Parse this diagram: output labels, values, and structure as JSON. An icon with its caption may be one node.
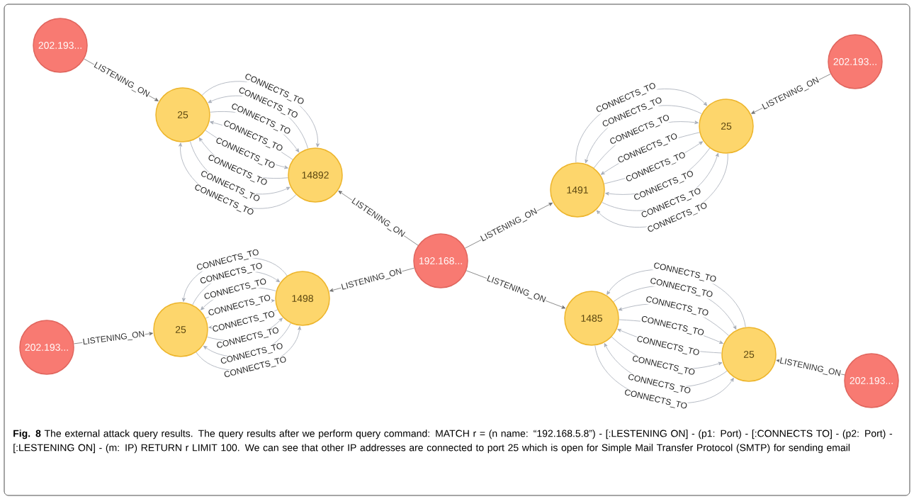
{
  "diagram": {
    "nodes": [
      {
        "text": [
          "202.193..."
        ]
      },
      {
        "text": [
          "25"
        ]
      },
      {
        "text": [
          "14892"
        ]
      },
      {
        "text": [
          "202.193..."
        ]
      },
      {
        "text": [
          "25"
        ]
      },
      {
        "text": [
          "1491"
        ]
      },
      {
        "text": [
          "192.168..."
        ]
      },
      {
        "text": [
          "1498"
        ]
      },
      {
        "text": [
          "1485"
        ]
      },
      {
        "text": [
          "202.193..."
        ]
      },
      {
        "text": [
          "25"
        ]
      },
      {
        "text": [
          "25"
        ]
      },
      {
        "text": [
          "202.193..."
        ]
      }
    ],
    "edges": [
      {
        "from": 0,
        "to": 1,
        "arrow": "to",
        "label": "LISTENING_ON",
        "color": "#6f6f6f"
      },
      {
        "from": 3,
        "to": 4,
        "arrow": "to",
        "label": "LISTENING_ON",
        "color": "#6f6f6f"
      },
      {
        "from": 6,
        "to": 2,
        "arrow": "to",
        "label": "LISTENING_ON",
        "color": "#6f6f6f"
      },
      {
        "from": 6,
        "to": 5,
        "arrow": "to",
        "label": "LISTENING_ON",
        "color": "#6f6f6f"
      },
      {
        "from": 6,
        "to": 7,
        "arrow": "to",
        "label": "LISTENING_ON",
        "color": "#6f6f6f"
      },
      {
        "from": 6,
        "to": 8,
        "arrow": "to",
        "label": "LISTENING_ON",
        "color": "#6f6f6f"
      },
      {
        "from": 9,
        "to": 10,
        "arrow": "to",
        "label": "LISTENING_ON",
        "color": "#6f6f6f"
      },
      {
        "from": 12,
        "to": 11,
        "arrow": "to",
        "label": "LISTENING_ON",
        "color": "#6f6f6f"
      },
      {
        "from": 2,
        "to": 1,
        "arrow": "to",
        "label": "CONNECTS_TO"
      },
      {
        "from": 1,
        "to": 2,
        "arrow": "to",
        "label": "CONNECTS_TO"
      },
      {
        "from": 2,
        "to": 1,
        "arrow": "to",
        "label": "CONNECTS_TO"
      },
      {
        "from": 1,
        "to": 2,
        "arrow": "to",
        "label": "CONNECTS_TO"
      },
      {
        "from": 2,
        "to": 1,
        "arrow": "to",
        "label": "CONNECTS_TO"
      },
      {
        "from": 1,
        "to": 2,
        "arrow": "to",
        "label": "CONNECTS_TO"
      },
      {
        "from": 2,
        "to": 1,
        "arrow": "to",
        "label": "CONNECTS_TO"
      },
      {
        "from": 1,
        "to": 2,
        "arrow": "to",
        "label": "CONNECTS_TO"
      },
      {
        "from": 5,
        "to": 4,
        "arrow": "to",
        "label": "CONNECTS_TO"
      },
      {
        "from": 4,
        "to": 5,
        "arrow": "to",
        "label": "CONNECTS_TO"
      },
      {
        "from": 5,
        "to": 4,
        "arrow": "to",
        "label": "CONNECTS_TO"
      },
      {
        "from": 4,
        "to": 5,
        "arrow": "to",
        "label": "CONNECTS_TO"
      },
      {
        "from": 5,
        "to": 4,
        "arrow": "to",
        "label": "CONNECTS_TO"
      },
      {
        "from": 4,
        "to": 5,
        "arrow": "to",
        "label": "CONNECTS_TO"
      },
      {
        "from": 5,
        "to": 4,
        "arrow": "to",
        "label": "CONNECTS_TO"
      },
      {
        "from": 4,
        "to": 5,
        "arrow": "to",
        "label": "CONNECTS_TO"
      },
      {
        "from": 7,
        "to": 10,
        "arrow": "to",
        "label": "CONNECTS_TO"
      },
      {
        "from": 10,
        "to": 7,
        "arrow": "to",
        "label": "CONNECTS_TO"
      },
      {
        "from": 7,
        "to": 10,
        "arrow": "to",
        "label": "CONNECTS_TO"
      },
      {
        "from": 10,
        "to": 7,
        "arrow": "to",
        "label": "CONNECTS_TO"
      },
      {
        "from": 7,
        "to": 10,
        "arrow": "to",
        "label": "CONNECTS_TO"
      },
      {
        "from": 10,
        "to": 7,
        "arrow": "to",
        "label": "CONNECTS_TO"
      },
      {
        "from": 7,
        "to": 10,
        "arrow": "to",
        "label": "CONNECTS_TO"
      },
      {
        "from": 10,
        "to": 7,
        "arrow": "to",
        "label": "CONNECTS_TO"
      },
      {
        "from": 8,
        "to": 11,
        "arrow": "to",
        "label": "CONNECTS_TO"
      },
      {
        "from": 11,
        "to": 8,
        "arrow": "to",
        "label": "CONNECTS_TO"
      },
      {
        "from": 8,
        "to": 11,
        "arrow": "to",
        "label": "CONNECTS_TO"
      },
      {
        "from": 11,
        "to": 8,
        "arrow": "to",
        "label": "CONNECTS_TO"
      },
      {
        "from": 8,
        "to": 11,
        "arrow": "to",
        "label": "CONNECTS_TO"
      },
      {
        "from": 11,
        "to": 8,
        "arrow": "to",
        "label": "CONNECTS_TO"
      },
      {
        "from": 8,
        "to": 11,
        "arrow": "to",
        "label": "CONNECTS_TO"
      },
      {
        "from": 11,
        "to": 8,
        "arrow": "to",
        "label": "CONNECTS_TO"
      }
    ],
    "caption": "**Fig. 8** The external attack query results. The query results after we perform query command: MATCH r = (n name: “192.168.5.8”) - [:LESTENING ON] - (p1: Port) - [:CONNECTS TO] - (p2: Port) - [:LESTENING ON] - (m: IP) RETURN r LIMIT 100. We can see that other IP addresses are connected to port 25 which is open for Simple Mail Transfer Protocol (SMTP) for sending email"
  }
}
